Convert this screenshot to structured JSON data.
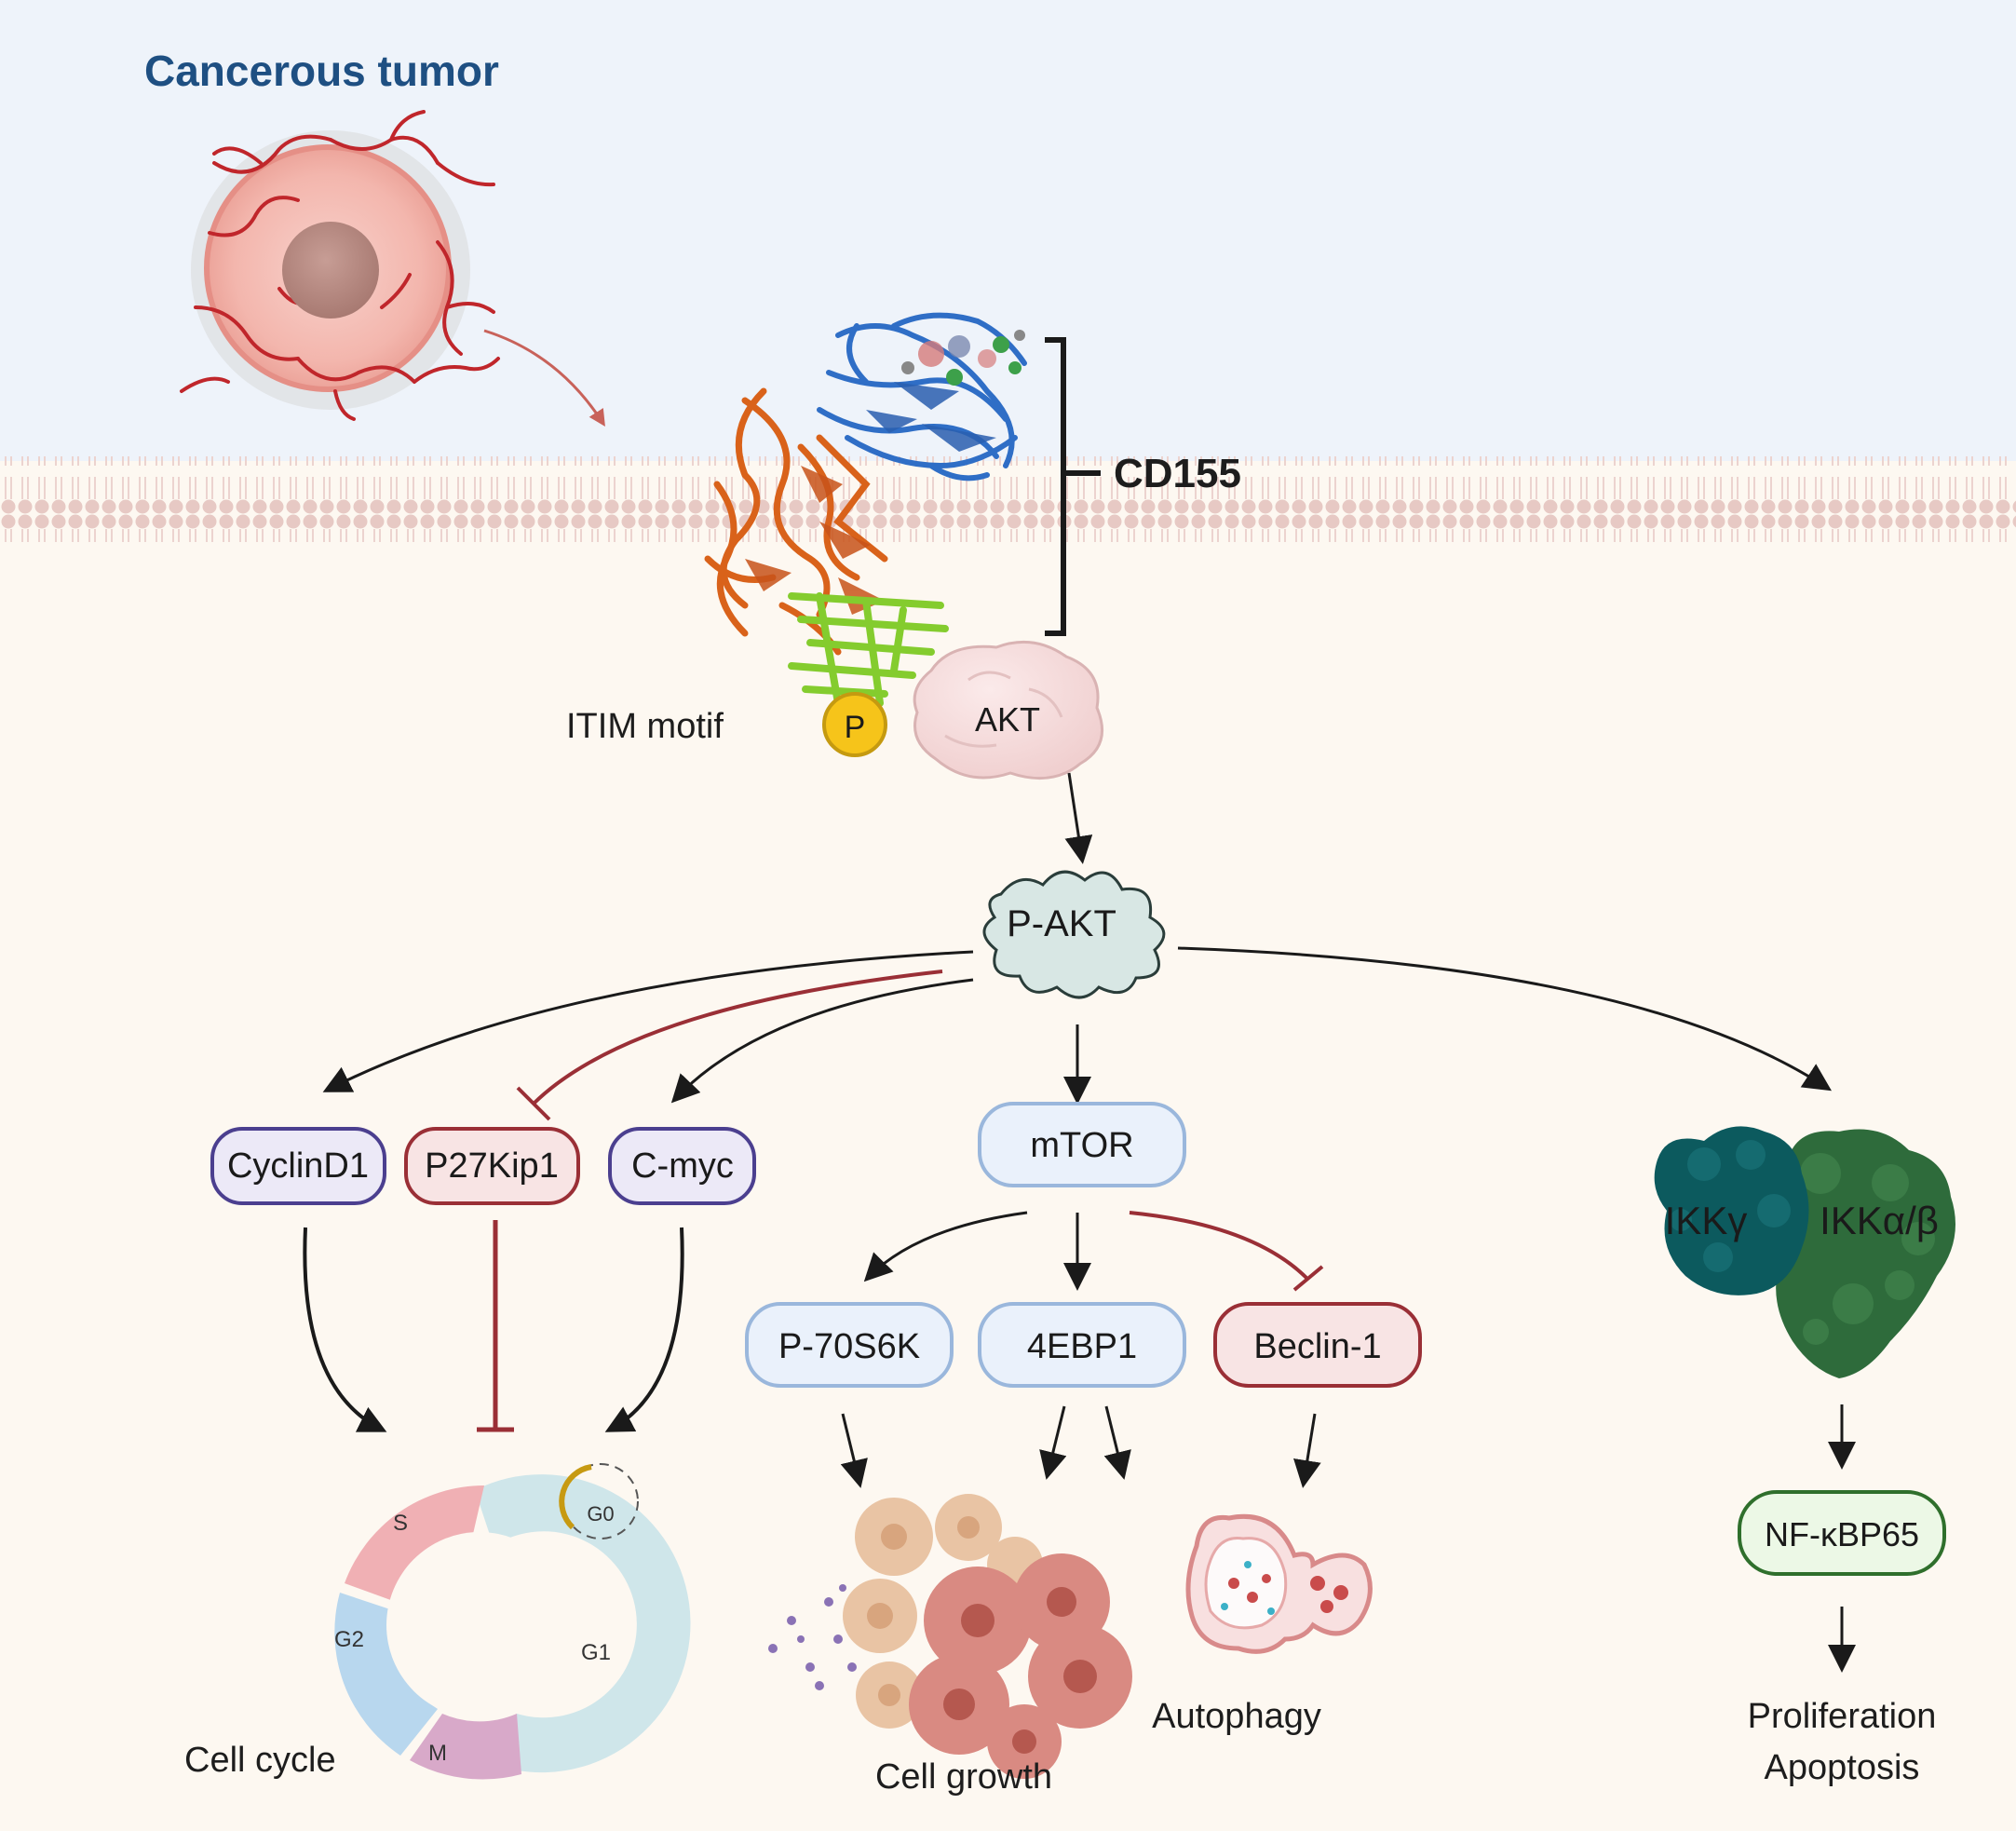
{
  "title": "Cancerous tumor",
  "receptor": {
    "label": "CD155"
  },
  "itim": {
    "label": "ITIM motif",
    "p_badge": "P"
  },
  "akt": {
    "label": "AKT"
  },
  "pakt": {
    "label": "P-AKT"
  },
  "nodes": {
    "cyclind1": "CyclinD1",
    "p27kip1": "P27Kip1",
    "cmyc": "C-myc",
    "mtor": "mTOR",
    "p70s6k": "P-70S6K",
    "ebp1": "4EBP1",
    "beclin1": "Beclin-1",
    "ikk_gamma": "IKKγ",
    "ikk_ab": "IKKα/β",
    "nfkb": "NF-κBP65"
  },
  "cell_cycle": {
    "label": "Cell cycle",
    "phases": {
      "s": "S",
      "g2": "G2",
      "m": "M",
      "g1": "G1",
      "g0": "G0"
    }
  },
  "outcomes": {
    "cell_growth": "Cell growth",
    "autophagy": "Autophagy",
    "proliferation": "Proliferation",
    "apoptosis": "Apoptosis"
  },
  "colors": {
    "activation": "#1a1a1a",
    "inhibition": "#9a2f36",
    "purple_border": "#4b3f8f",
    "purple_fill": "#ece9f7",
    "red_border": "#9a2f36",
    "red_fill": "#f8e4e4",
    "blue_border": "#9ab7dc",
    "blue_fill": "#eaf1fb",
    "green_border": "#2f6f2c",
    "green_fill": "#ecf8e6",
    "membrane": "#e8cdc8",
    "extracellular": "#eef3fa",
    "cytoplasm": "#fdf8f1"
  }
}
